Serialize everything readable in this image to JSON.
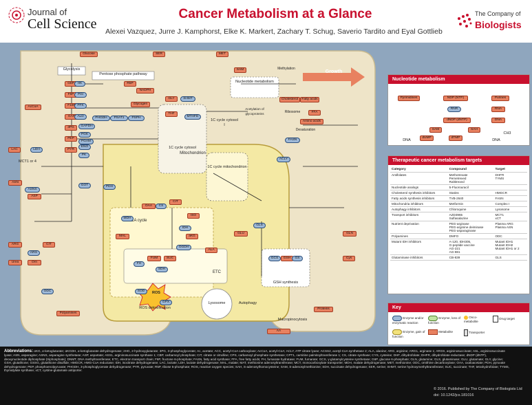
{
  "header": {
    "logo_line1": "Journal of",
    "logo_line2": "Cell Science",
    "title": "Cancer Metabolism at a Glance",
    "authors": "Alexei Vazquez, Jurre J. Kamphorst, Elke K. Markert, Zachary T. Schug, Saverio Tardito and Eyal Gottlieb",
    "publisher_line1": "The Company of",
    "publisher_line2": "Biologists"
  },
  "compartments": {
    "glycolysis": "Glycolysis",
    "ppp": "Pentose phosphate pathway",
    "mitochondrion": "Mitochondrion",
    "tca": "TCA cycle",
    "cytosol_1c": "1C cycle cytosol",
    "mito_1c": "1C cycle mitochondrion",
    "cycle_1c_a": "1C cycle cytosol I",
    "nucleotide": "Nucleotide metabolism",
    "growth": "Growth",
    "ros": "ROS",
    "ros_detox": "ROS detoxification",
    "gsh": "GSH synthesis",
    "etc": "ETC",
    "autophagy": "Autophagy",
    "macropinocytosis": "Macropinocytosis",
    "lysosome": "Lysosome",
    "proteins": "Proteins",
    "mct": "MCT1 or 4",
    "acetylation": "Acetylation of glycoproteins",
    "ribosome": "Ribosome",
    "desaturation": "Desaturation",
    "methylation": "Methylation"
  },
  "metabolites": [
    "Glucose",
    "G6P",
    "F6P",
    "F16P",
    "GAP",
    "3PG",
    "PEP",
    "PYR",
    "LAC",
    "R5P",
    "NADPH",
    "Glycogen",
    "SER",
    "GLY",
    "MET",
    "SAM",
    "THF",
    "AcCoA",
    "OAA",
    "CIT",
    "ISO",
    "aKG",
    "SUC",
    "FUM",
    "MAL",
    "GLN",
    "GLU",
    "ASP",
    "ASN",
    "ARG",
    "Orn",
    "Urea",
    "Polyamines",
    "Cholesterol",
    "Fatty acids",
    "FFA",
    "Amino acids",
    "Cys",
    "GSH",
    "CIT",
    "ALA",
    "AA"
  ],
  "enzymes": [
    "HK",
    "PGI",
    "PFK",
    "ALD",
    "GAPDH",
    "PGK",
    "PGAM",
    "ENO",
    "PK",
    "LDH",
    "PDH",
    "CS",
    "IDH",
    "OGDH",
    "SDH",
    "FH",
    "MDH",
    "GLS",
    "GOT",
    "ACLY",
    "FASN",
    "PHGDH",
    "PSAT1",
    "PSPH",
    "SHMT",
    "MTHFD",
    "ASNS",
    "ARG",
    "ODC",
    "GCS",
    "GS",
    "GPX",
    "SOD"
  ],
  "nucleotide_panel": {
    "title": "Nucleotide metabolism",
    "labels": [
      "Pyrimidines",
      "NDP (NTP)",
      "Purines",
      "RNA",
      "RNR",
      "dNDP (dNTP)",
      "DNA",
      "SAM",
      "SAH",
      "dUMP",
      "dTMP",
      "CH3",
      "DNA",
      "DNA"
    ]
  },
  "targets_panel": {
    "title": "Therapeutic cancer metabolism targets",
    "columns": [
      "Category",
      "Compound",
      "Target"
    ],
    "rows": [
      [
        "Antifolates",
        "Methotrexate\nPemetrexed\nRaltitrexed",
        "DHFR\nTYMS"
      ],
      [
        "Nucleotide analogs",
        "5-Fluorouracil",
        ""
      ],
      [
        "Cholesterol synthesis inhibitors",
        "Statins",
        "HMGCR"
      ],
      [
        "Fatty acids synthesis inhibitors",
        "TVB-2640",
        "FASN"
      ],
      [
        "Mitochondria inhibitors",
        "Metformin",
        "Complex I"
      ],
      [
        "Autophagy inhibitors",
        "Chloroquine",
        "Lysosome"
      ],
      [
        "Transport inhibitors",
        "AZD3965\nSulfasalazine",
        "MCT1\nxCT"
      ],
      [
        "Nutrient deprivation",
        "PEG-arginase\nPEG-arginine deiminase\nPEG-asparaginase",
        "Plasma ARG\nPlasma ASN"
      ],
      [
        "Polyamines",
        "DMFO",
        "ODC"
      ],
      [
        "Mutant IDH inhibitors",
        "A-120, IDH305,\nG-peptide vaccine\nAG-221\nAG-881",
        "Mutant IDH1\nMutant IDH2\nMutant IDH1 or 2"
      ],
      [
        "Glutaminase inhibitors",
        "CB-839",
        "GLS"
      ]
    ]
  },
  "key_panel": {
    "title": "Key",
    "items": [
      "Enzyme and/or enzymatic reaction",
      "Enzyme, loss of function",
      "Onco-metabolite",
      "Drug target",
      "Enzyme, gain of function",
      "Metabolite",
      "Transporter"
    ]
  },
  "footer": {
    "abbrev_title": "Abbreviations:",
    "abbrev_text": "αKG, α-ketoglutarate; αKGDH, α-ketoglutarate dehydrogenase; 2HG, 2-hydroxyglutarate; 3PG, 3-phosphoglycerate; Ac, acetate; ACC, acetyl-CoA carboxylase; AcCoA, acetyl-CoA; ACLY, ATP citrate lyase; ACSS2, acetyl-CoA synthetase 2; ALA, alanine; ARG, arginine; ARG1, arginase 1; ARGS, argininosuccinate; ASL, argininosuccinate lyase; ASN, asparagine; ASNS, asparagine synthetase; ASP, aspartate; ASS1, argininosuccinate synthase 1; CBP, carbamoyl phosphate; CIT, citrate or citrulline; CPS, carbamoyl phosphate synthetase; CPT1, carnitine palmitoyltransferase 1; CS, citrate synthase; CYS, cysteine; DHF, dihydrofolate; DHFR, dihydrofolate reductase; dNDP (dNTP), deoxynucleotide diphosphate (triphosphate); DNMT, DNA methyltransferase; ETC, electron transport chain; F6P, fructose 6-phosphate; FASN, fatty acid synthase; FFA, free fatty acids; FH, fumarate hydratase; FUM, fumarate; GCS, γ-glutamylcysteine synthetase; G6P, glucose 6-phosphate; GLN, glutamine; GLS, glutaminase; GLU, glutamate; GLY, glycine; GSH, glutathione; GSSG, glutathione disulfide; HMGCR, HMG-CoA reductase; IDH, isocitrate dehydrogenase; LAC, lactate; LDH, lactate dehydrogenase; MAL, malate; MAT, methionine adenosyltransferase; MCT, monocarboxylate transporter; MDH, malate dehydrogenase; MET, methionine; ODC, ornithine decarboxylase; OAA, oxaloacetate; PDH, pyruvate dehydrogenase; PEP, phosphoenolpyruvate; PHGDH, 3-phosphoglycerate dehydrogenase; PYR, pyruvate; R5P, ribose 5-phosphate; ROS, reactive oxygen species; SAH, S-adenosylhomocysteine; SAM, S-adenosylmethionine; SDH, succinate dehydrogenase; SER, serine; SHMT, serine hydroxymethyltransferase; SUC, succinate; THF, tetrahydrofolate; TYMS, thymidylate synthase; xCT, cystine-glutamate antiporter.",
    "copyright": "© 2016. Published by The Company of Biologists Ltd",
    "doi": "doi: 10.1242/jcs.181016"
  }
}
